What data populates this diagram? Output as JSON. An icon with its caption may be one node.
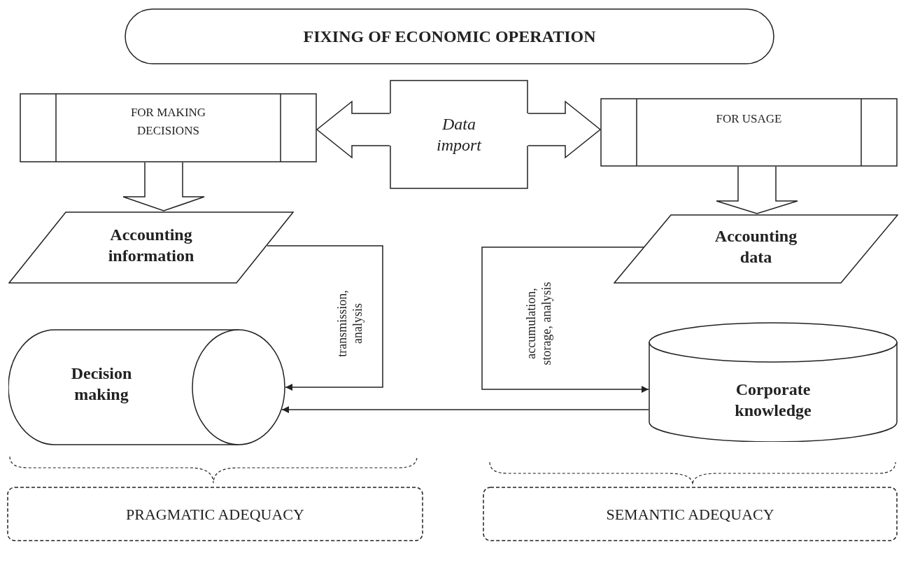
{
  "diagram": {
    "nodes": [
      {
        "text": [
          "FIXING OF ECONOMIC OPERATION"
        ]
      },
      {
        "text": [
          "FOR MAKING DECISIONS"
        ]
      },
      {
        "text": [
          "Data import"
        ]
      },
      {
        "text": [
          "FOR USAGE"
        ]
      },
      {
        "text": [
          "Accounting information"
        ]
      },
      {
        "text": [
          "Accounting data"
        ]
      },
      {
        "text": [
          "Decision making"
        ]
      },
      {
        "text": [
          "Corporate knowledge"
        ]
      },
      {
        "text": [
          "PRAGMATIC ADEQUACY"
        ]
      },
      {
        "text": [
          "SEMANTIC ADEQUACY"
        ]
      }
    ],
    "edges": [
      {
        "from": 2,
        "to": 1,
        "arrow": "to",
        "style": "thick"
      },
      {
        "from": 2,
        "to": 3,
        "arrow": "to",
        "style": "thick"
      },
      {
        "from": 1,
        "to": 4,
        "arrow": "to",
        "style": "thick"
      },
      {
        "from": 3,
        "to": 5,
        "arrow": "to",
        "style": "thick"
      },
      {
        "from": 4,
        "to": 6,
        "arrow": "to",
        "label": "transmission, analysis"
      },
      {
        "from": 5,
        "to": 7,
        "arrow": "to",
        "label": "accumulation, storage, analysis"
      },
      {
        "from": 7,
        "to": 6,
        "arrow": "to"
      }
    ]
  }
}
